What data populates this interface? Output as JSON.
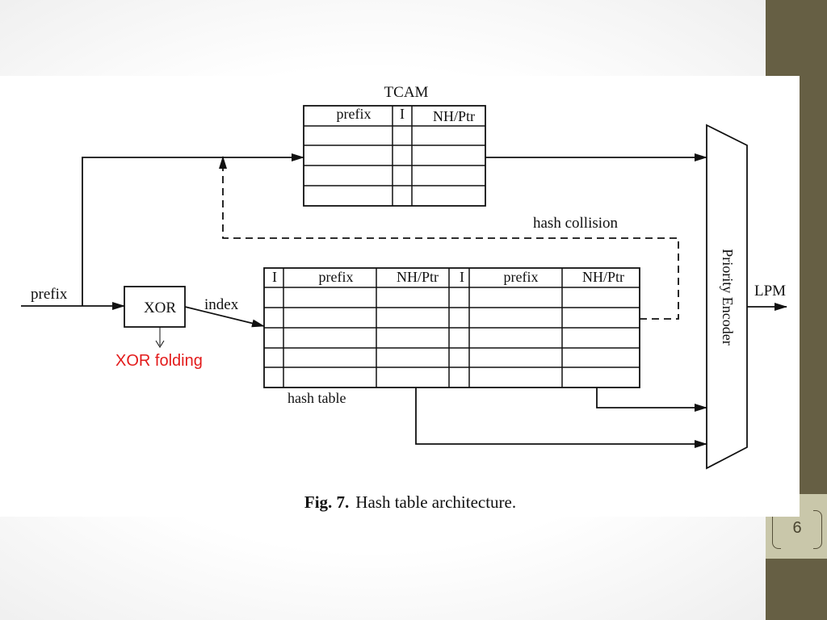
{
  "slide": {
    "page_number": "6",
    "caption_label": "Fig. 7.",
    "caption_text": "Hash table architecture."
  },
  "diagram": {
    "tcam": {
      "title": "TCAM",
      "headers": [
        "prefix",
        "I",
        "NH/Ptr"
      ]
    },
    "hash_table": {
      "label": "hash table",
      "headers": [
        "I",
        "prefix",
        "NH/Ptr",
        "I",
        "prefix",
        "NH/Ptr"
      ]
    },
    "xor_label": "XOR",
    "prefix_label": "prefix",
    "index_label": "index",
    "hash_collision_label": "hash collision",
    "priority_encoder_label": "Priority Encoder",
    "lpm_label": "LPM",
    "xor_folding_label": "XOR folding"
  },
  "colors": {
    "sidebar": "#665f44",
    "sidebar_light": "#c9c7aa",
    "annotation": "#e31b1b"
  }
}
